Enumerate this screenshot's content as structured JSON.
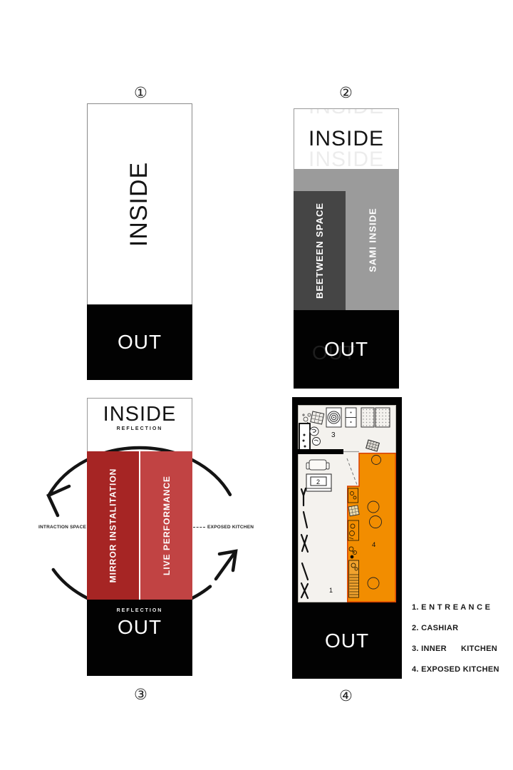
{
  "title": "Concept diagrams",
  "colors": {
    "black": "#020202",
    "gray_mid": "#9B9B9B",
    "gray_dark": "#454545",
    "red_dark": "#A62524",
    "red_light": "#C14343",
    "orange": "#F28D00",
    "orange_border": "#D84000"
  },
  "panel1": {
    "badge": "①",
    "inside_label": "INSIDE",
    "out_label": "OUT"
  },
  "panel2": {
    "badge": "②",
    "inside_label": "INSIDE",
    "between_label": "BEETWEEN SPACE",
    "sami_label": "SAMI INSIDE",
    "out_label": "OUT"
  },
  "panel3": {
    "badge": "③",
    "inside_label": "INSIDE",
    "reflection_top": "REFLECTION",
    "mirror_label": "MIRROR INSTALITATION",
    "live_label": "LIVE PERFORMANCE",
    "interaction_label": "INTRACTION SPACE",
    "exposed_label": "EXPOSED KITCHEN",
    "reflection_bottom": "REFLECTION",
    "out_label": "OUT"
  },
  "panel4": {
    "badge": "④",
    "out_label": "OUT",
    "room1": "1",
    "room2": "2",
    "room3": "3",
    "room4": "4"
  },
  "legend": {
    "item1": "1. E N T R E A N C E",
    "item2": "2. CASHIAR",
    "item3": "3. INNER      KITCHEN",
    "item4": "4. EXPOSED KITCHEN"
  }
}
